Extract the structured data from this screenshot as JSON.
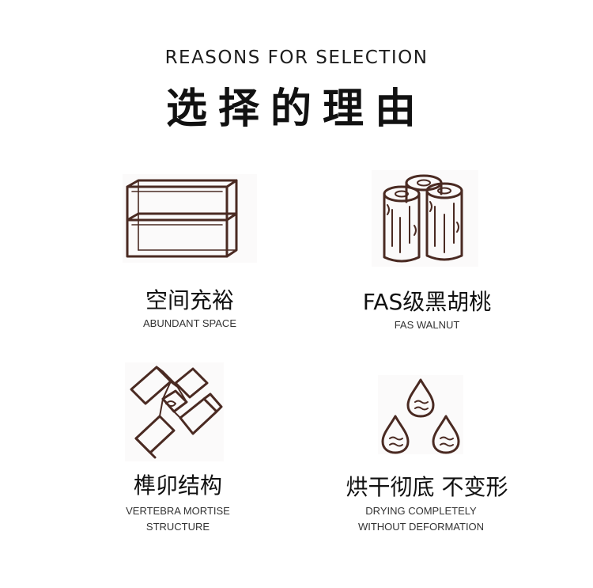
{
  "header": {
    "english": "REASONS FOR SELECTION",
    "chinese": "选择的理由"
  },
  "colors": {
    "icon_stroke": "#4a2a22",
    "text": "#111111"
  },
  "features": [
    {
      "icon": "cabinet-frame-icon",
      "title_cn": "空间充裕",
      "title_en": [
        "ABUNDANT SPACE"
      ]
    },
    {
      "icon": "wood-logs-icon",
      "title_cn": "FAS级黑胡桃",
      "title_en": [
        "FAS WALNUT"
      ]
    },
    {
      "icon": "mortise-tenon-joint-icon",
      "title_cn": "榫卯结构",
      "title_en": [
        "VERTEBRA MORTISE",
        "STRUCTURE"
      ]
    },
    {
      "icon": "water-drops-icon",
      "title_cn": "烘干彻底 不变形",
      "title_en": [
        "DRYING COMPLETELY",
        "WITHOUT DEFORMATION"
      ]
    }
  ]
}
